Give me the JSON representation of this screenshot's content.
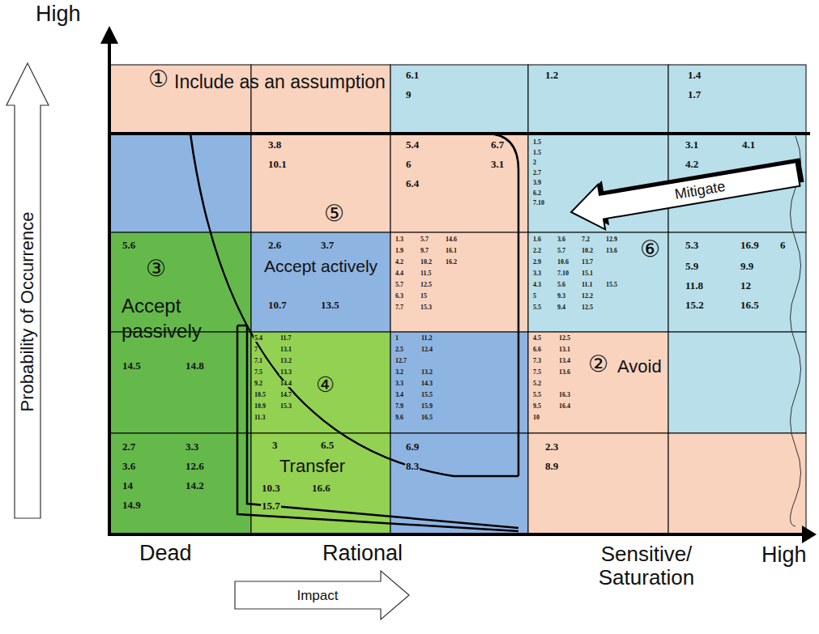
{
  "diagram": {
    "labels": [
      "High",
      "Probability of Occurrence",
      "①",
      "Include as an assumption",
      "⑤",
      "Accept actively",
      "③",
      "Accept passively",
      "④",
      "Transfer",
      "⑥",
      "Mitigate",
      "②",
      "Avoid",
      "Dead",
      "Rational",
      "Sensitive/ Saturation",
      "High",
      "Impact",
      "6.1",
      "9",
      "1.2",
      "1.4",
      "1.7",
      "3.8",
      "10.1",
      "5.4",
      "6.7",
      "6",
      "3.1",
      "6.4",
      "1.5",
      "1.5",
      "2",
      "2.7",
      "3.9",
      "6.2",
      "7.10",
      "3.1",
      "4.1",
      "4.2",
      "5.6",
      "2.6",
      "3.7",
      "10.7",
      "13.5",
      "1.3",
      "5.7",
      "14.6",
      "1.9",
      "9.7",
      "16.1",
      "4.2",
      "10.2",
      "16.2",
      "4.4",
      "11.5",
      "5.7",
      "12.5",
      "6.3",
      "15",
      "7.7",
      "15.3",
      "1.6",
      "3.6",
      "7.2",
      "12.9",
      "2.2",
      "5.7",
      "10.2",
      "13.6",
      "2.9",
      "10.6",
      "13.7",
      "3.3",
      "7.10",
      "15.1",
      "4.3",
      "5.6",
      "11.1",
      "15.5",
      "5",
      "9.3",
      "12.2",
      "5.5",
      "9.4",
      "12.5",
      "5.3",
      "16.9",
      "6",
      "5.9",
      "9.9",
      "11.8",
      "12",
      "15.2",
      "16.5",
      "14.5",
      "14.8",
      "5.4",
      "11.7",
      "7",
      "13.1",
      "7.1",
      "13.2",
      "7.5",
      "13.3",
      "9.2",
      "14.4",
      "10.5",
      "14.7",
      "10.9",
      "15.3",
      "11.3",
      "1",
      "11.2",
      "2.5",
      "12.4",
      "12.7",
      "3.2",
      "13.2",
      "3.3",
      "14.3",
      "3.4",
      "15.5",
      "7.9",
      "15.9",
      "9.6",
      "16.5",
      "4.5",
      "12.5",
      "6.6",
      "13.1",
      "7.3",
      "13.4",
      "7.5",
      "13.6",
      "5.2",
      "5.5",
      "16.3",
      "9.5",
      "16.4",
      "10",
      "2.7",
      "3.3",
      "3.6",
      "12.6",
      "14",
      "14.2",
      "14.9",
      "3",
      "6.5",
      "10.3",
      "16.6",
      "15.7",
      "6.9",
      "8.3",
      "2.3",
      "8.9"
    ]
  }
}
